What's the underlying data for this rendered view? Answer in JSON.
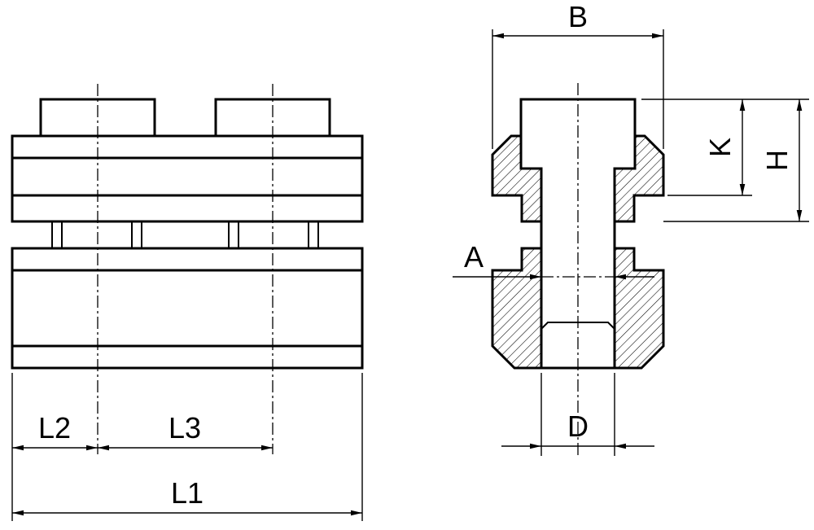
{
  "colors": {
    "background": "#ffffff",
    "line_color": "#000000"
  },
  "views": {
    "side_view": {
      "dimension_labels": [
        "L2",
        "L3",
        "L1"
      ]
    },
    "section_view": {
      "dimension_labels": [
        "B",
        "H",
        "K",
        "A",
        "D"
      ]
    }
  },
  "labels": {
    "B": "B",
    "H": "H",
    "K": "K",
    "A": "A",
    "D": "D",
    "L1": "L1",
    "L2": "L2",
    "L3": "L3"
  }
}
